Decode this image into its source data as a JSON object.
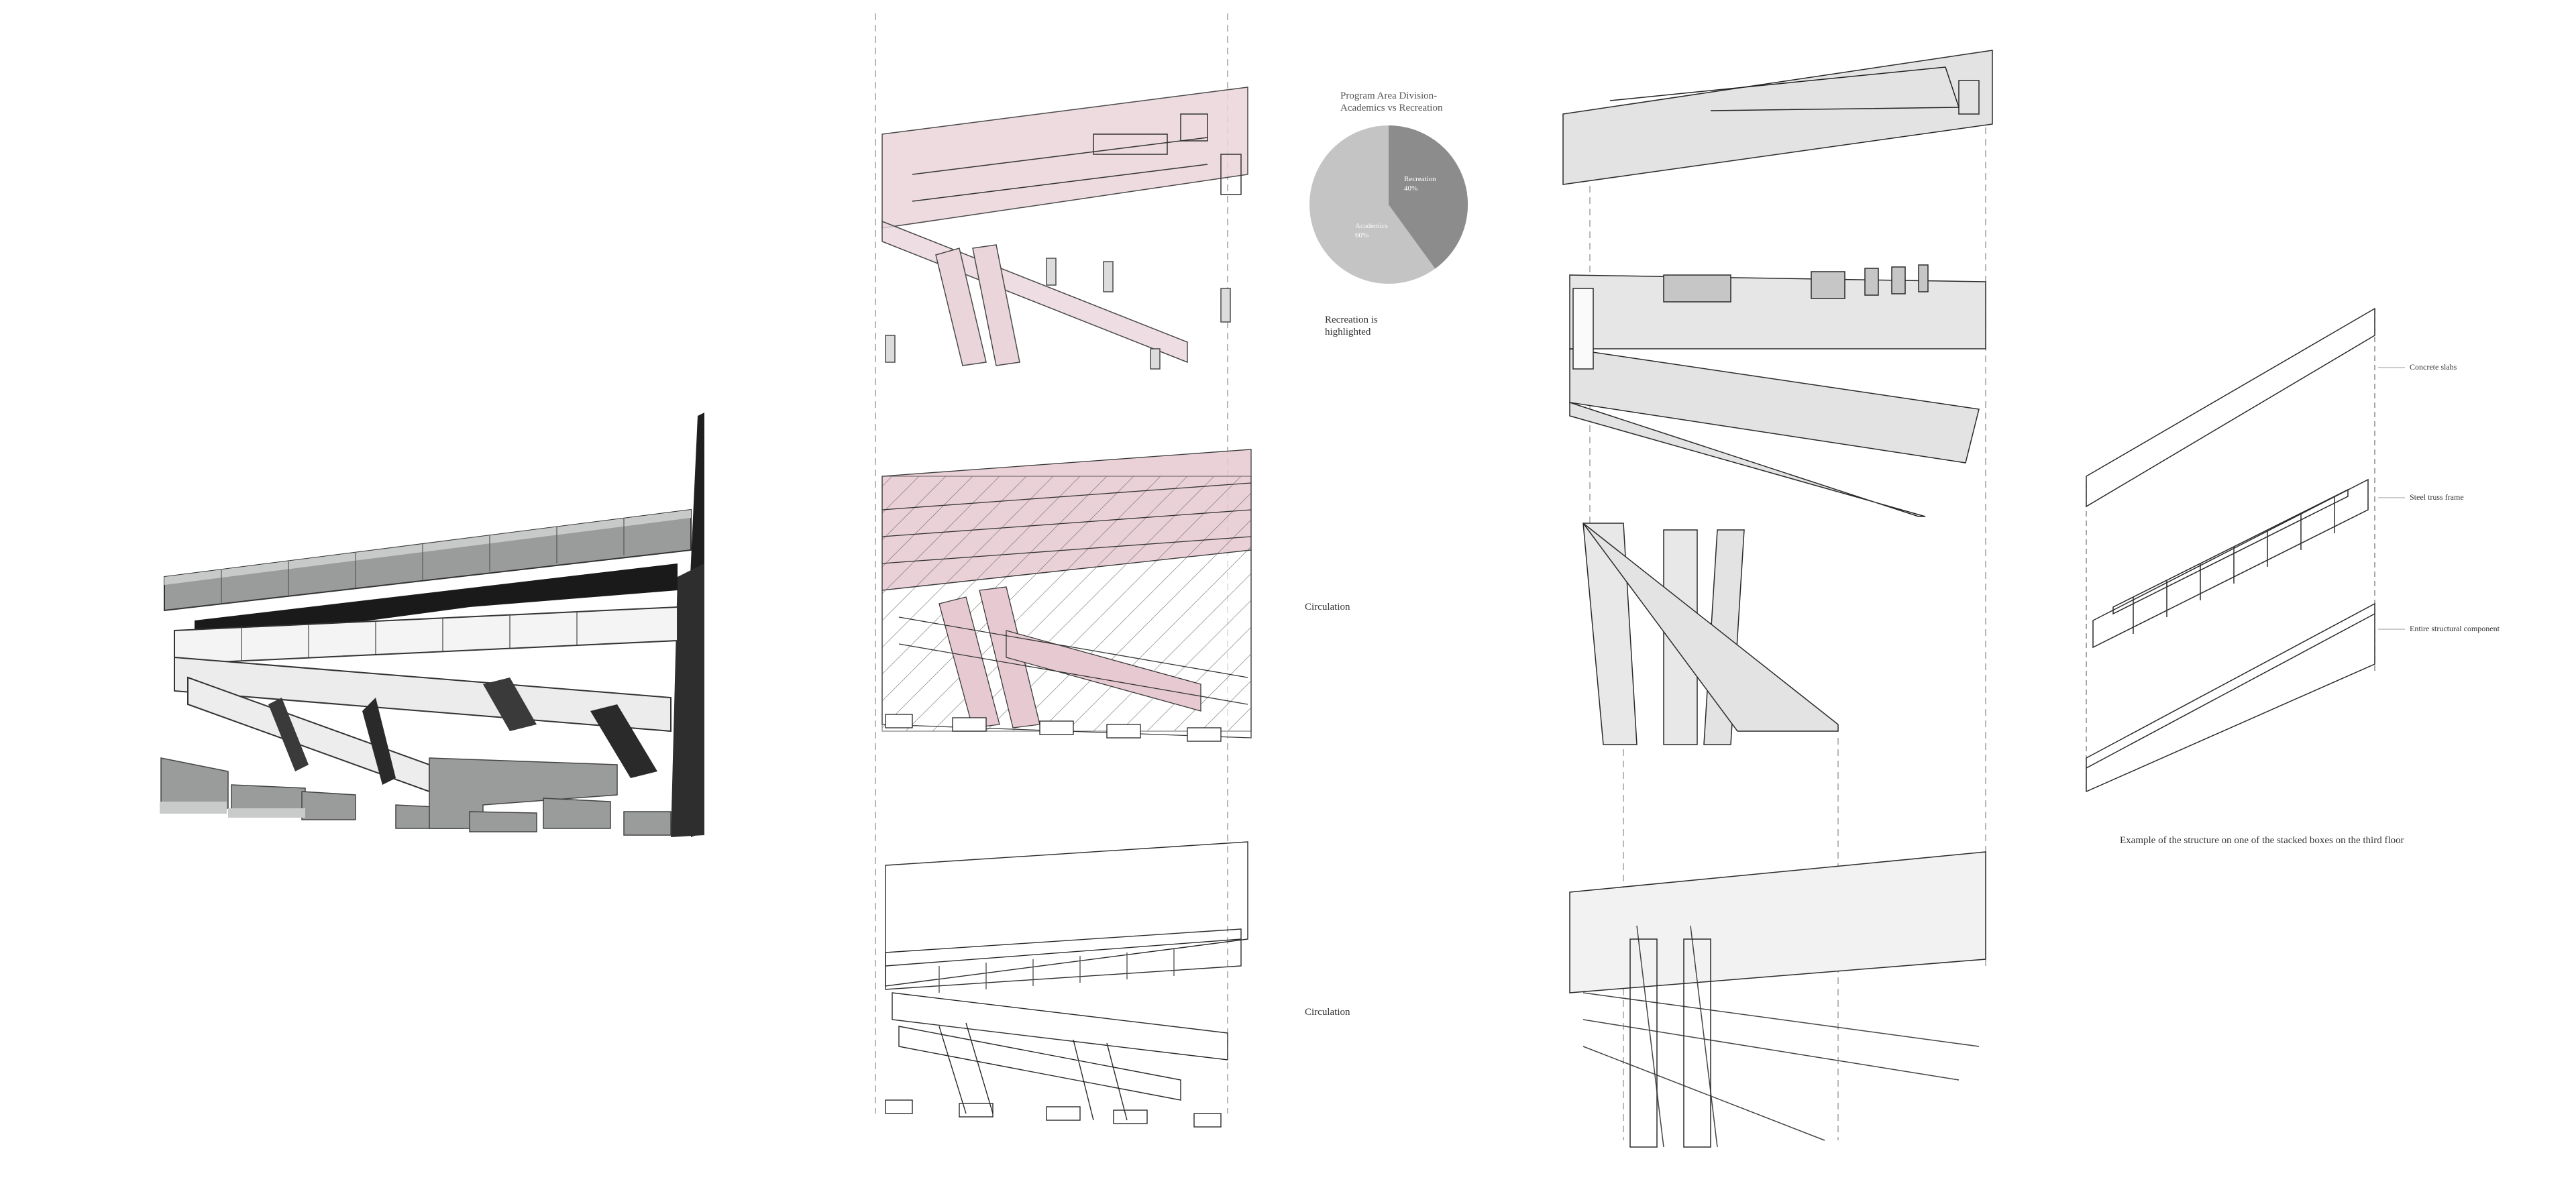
{
  "pie_chart": {
    "title_line1": "Program Area Division-",
    "title_line2": "Academics vs Recreation",
    "note_line1": "Recreation is",
    "note_line2": "highlighted",
    "colors": {
      "academics": "#c4c4c4",
      "recreation": "#8c8c8c"
    },
    "chart_data": {
      "type": "pie",
      "slices": [
        {
          "label": "Recreation",
          "value_label": "40%",
          "value": 40
        },
        {
          "label": "Academics",
          "value_label": "60%",
          "value": 60
        }
      ]
    }
  },
  "circulation_labels": [
    "Circulation",
    "Circulation"
  ],
  "structure": {
    "labels": [
      "Concrete slabs",
      "Steel truss frame",
      "Entire structural component"
    ],
    "caption": "Example of the structure on one of the stacked boxes on the third floor"
  },
  "colors": {
    "pink_fill": "#e8cfd6",
    "pink_stroke": "#a88a92",
    "gray_fill": "#e3e3e3",
    "dark_fill": "#2b2b2b",
    "mid_fill": "#8f9190",
    "line": "#2a2a2a"
  }
}
